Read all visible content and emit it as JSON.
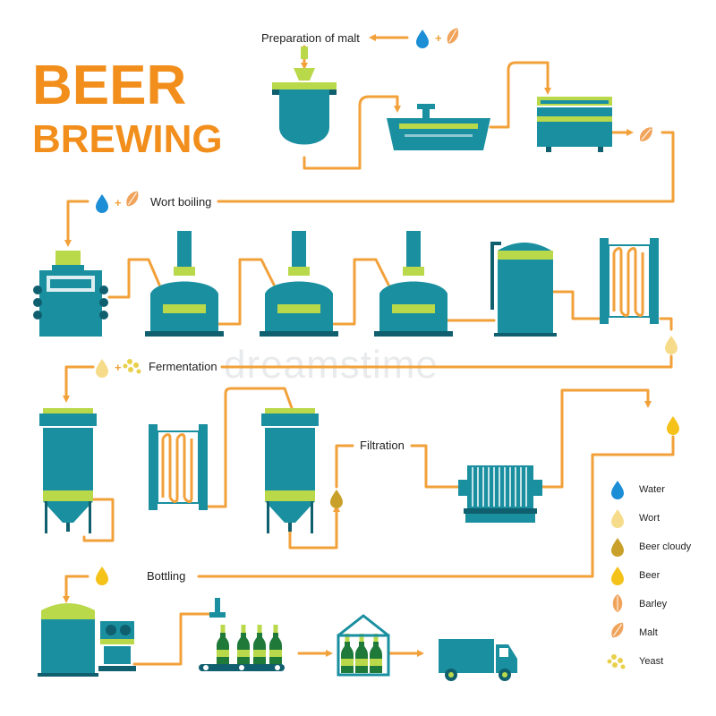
{
  "title": {
    "line1": "BEER",
    "line2": "BREWING"
  },
  "steps": {
    "malt_prep": "Preparation of malt",
    "wort_boiling": "Wort boiling",
    "fermentation": "Fermentation",
    "filtration": "Filtration",
    "bottling": "Bottling"
  },
  "legend": [
    {
      "label": "Water",
      "icon": "water-drop-icon",
      "color": "#1b8ed6"
    },
    {
      "label": "Wort",
      "icon": "wort-drop-icon",
      "color": "#f6dc8a"
    },
    {
      "label": "Beer cloudy",
      "icon": "cloudy-beer-drop-icon",
      "color": "#c9a12a"
    },
    {
      "label": "Beer",
      "icon": "beer-drop-icon",
      "color": "#f5c21a"
    },
    {
      "label": "Barley",
      "icon": "barley-icon",
      "color": "#f0a35a"
    },
    {
      "label": "Malt",
      "icon": "malt-icon",
      "color": "#f0a35a"
    },
    {
      "label": "Yeast",
      "icon": "yeast-icon",
      "color": "#e9d04b"
    }
  ],
  "colors": {
    "title": "#f28e1c",
    "pipe": "#f2a13a",
    "equipment": "#1a8fa0",
    "equipment_dark": "#0f5f6e",
    "accent": "#b9d84a"
  },
  "watermark": "dreamstime"
}
